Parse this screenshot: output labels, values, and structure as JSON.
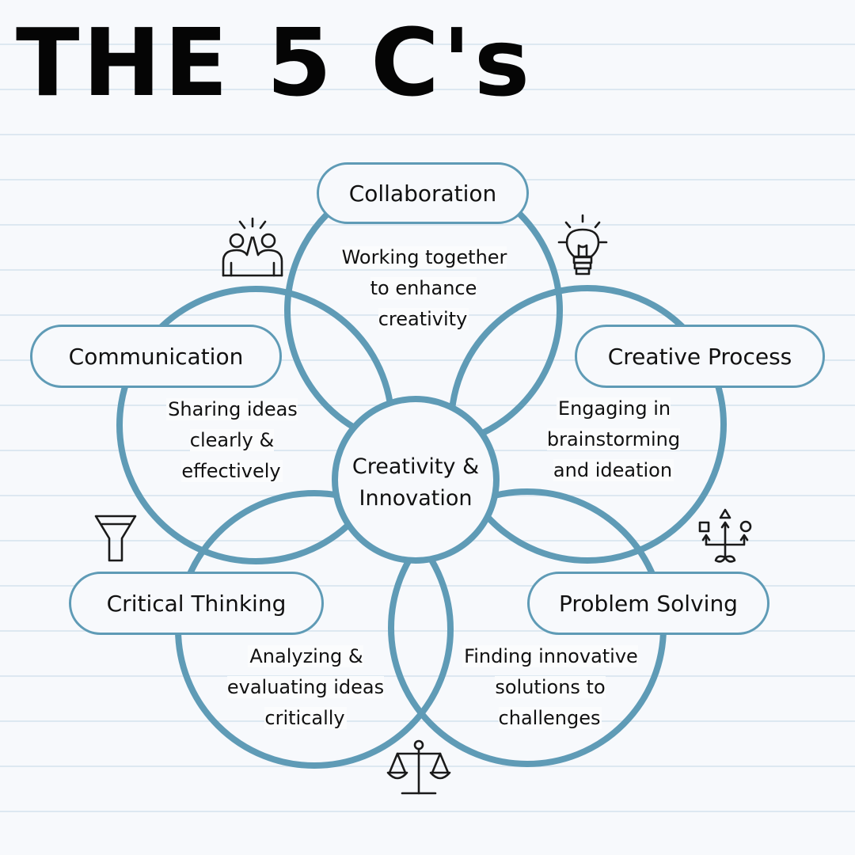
{
  "title": "THE 5 C's",
  "center": {
    "label": "Creativity & Innovation"
  },
  "colors": {
    "ring": "#5f9bb6",
    "text": "#111111",
    "background": "#f7f9fc"
  },
  "petals": [
    {
      "label": "Collaboration",
      "description": "Working together to enhance creativity",
      "icon": "high-five-icon"
    },
    {
      "label": "Creative Process",
      "description": "Engaging in brainstorming and ideation",
      "icon": "lightbulb-icon"
    },
    {
      "label": "Problem Solving",
      "description": "Finding innovative solutions to challenges",
      "icon": "solution-paths-icon"
    },
    {
      "label": "Critical Thinking",
      "description": "Analyzing & evaluating ideas critically",
      "icon": "balance-scale-icon"
    },
    {
      "label": "Communication",
      "description": "Sharing ideas clearly & effectively",
      "icon": "funnel-icon"
    }
  ]
}
